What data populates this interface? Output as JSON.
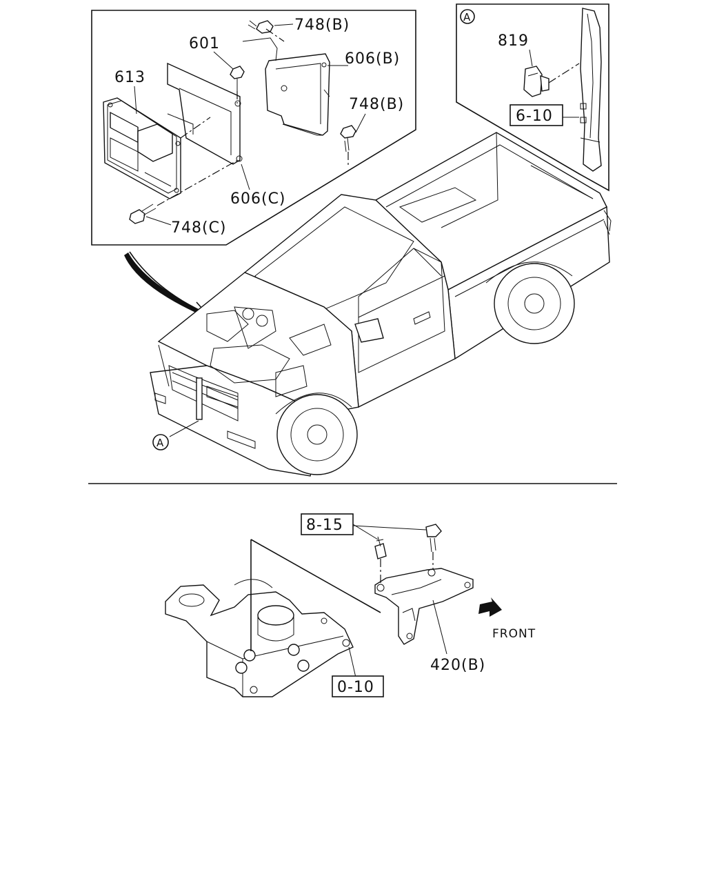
{
  "diagram": {
    "part_labels": {
      "p748b_top": "748(B)",
      "p601": "601",
      "p606b": "606(B)",
      "p613": "613",
      "p748b_mid": "748(B)",
      "p606c": "606(C)",
      "p748c": "748(C)",
      "p819": "819",
      "p420b": "420(B)"
    },
    "ref_boxes": {
      "ref610": "6-10",
      "ref815": "8-15",
      "ref010": "0-10"
    },
    "view_markers": {
      "inset_marker": "A",
      "vehicle_marker": "A"
    },
    "front_label": "FRONT"
  }
}
